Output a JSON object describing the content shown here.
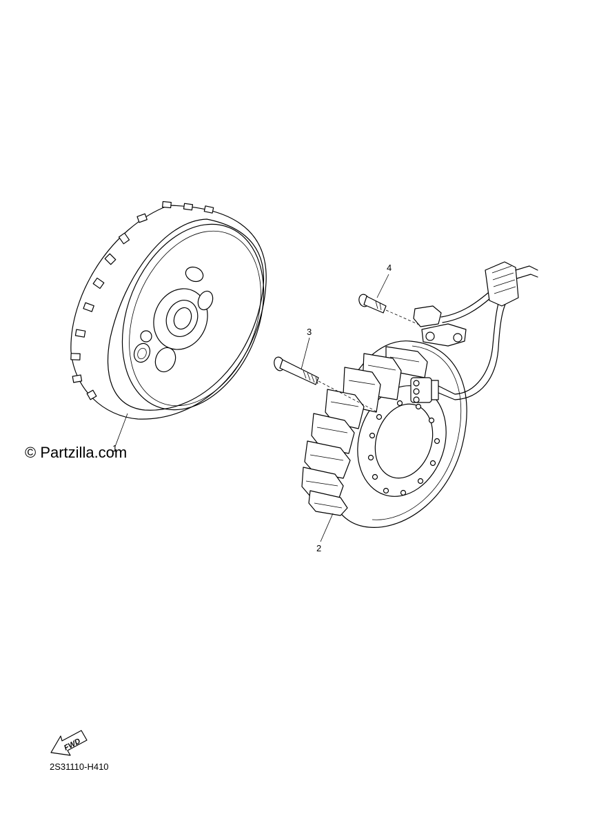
{
  "diagram": {
    "callouts": {
      "part1": "1",
      "part2": "2",
      "part3": "3",
      "part4": "4"
    },
    "copyright": "© Partzilla.com",
    "fwd_label": "FWD",
    "diagram_code": "2S31110-H410"
  }
}
